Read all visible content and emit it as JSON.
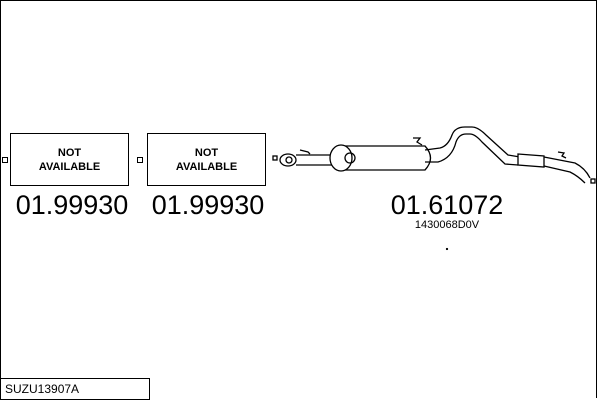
{
  "parts": [
    {
      "status": "NOT AVAILABLE",
      "line1": "NOT",
      "line2": "AVAILABLE",
      "number": "01.99930"
    },
    {
      "status": "NOT AVAILABLE",
      "line1": "NOT",
      "line2": "AVAILABLE",
      "number": "01.99930"
    },
    {
      "number": "01.61072",
      "oe_number": "1430068D0V"
    }
  ],
  "vehicle_ref": "SUZU13907A"
}
